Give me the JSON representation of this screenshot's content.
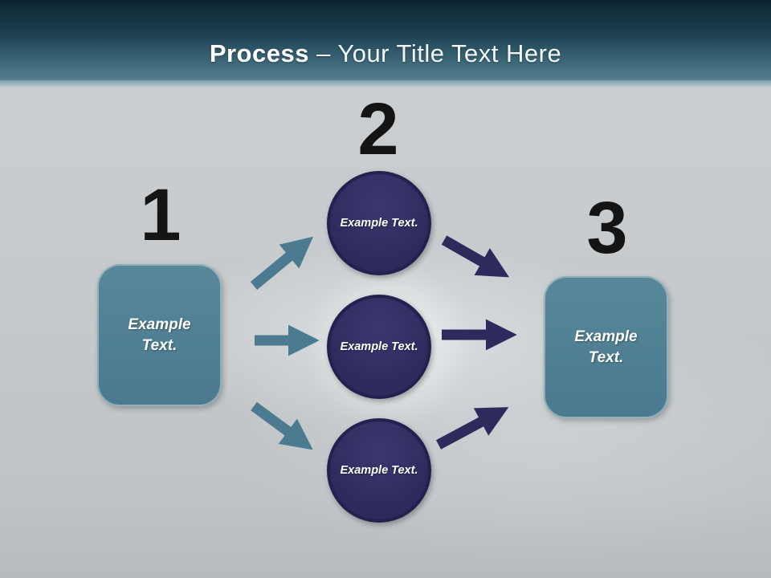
{
  "title": {
    "emphasis": "Process",
    "rest": "– Your Title Text Here"
  },
  "steps": {
    "one": {
      "number": "1",
      "box_label": "Example Text."
    },
    "two": {
      "number": "2",
      "circles": [
        "Example Text.",
        "Example Text.",
        "Example Text."
      ]
    },
    "three": {
      "number": "3",
      "box_label": "Example Text."
    }
  },
  "colors": {
    "band_top": "#0c2531",
    "band_bottom": "#577f8f",
    "teal_shape": "#4b7a90",
    "navy_shape": "#2d2b5c",
    "teal_arrow": "#4c7b91",
    "navy_arrow": "#2d2b5b",
    "number_text": "#141414",
    "label_text": "#ffffff",
    "background": "#c6c9cb"
  }
}
